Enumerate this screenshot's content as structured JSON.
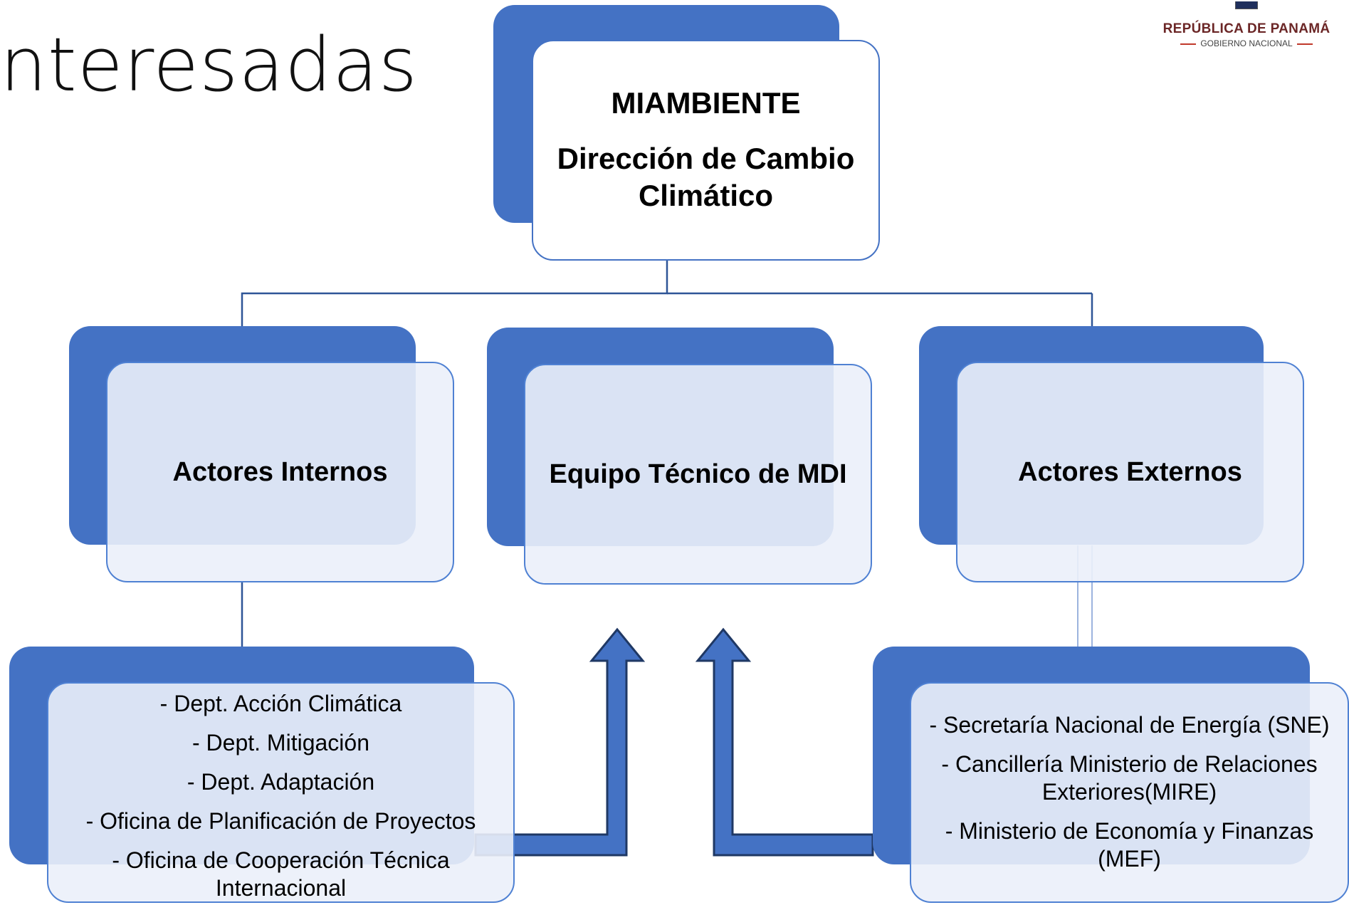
{
  "slide": {
    "title": "nteresadas"
  },
  "logo": {
    "line1": "REPÚBLICA DE PANAMÁ",
    "line2": "GOBIERNO NACIONAL"
  },
  "diagram": {
    "top": {
      "title": "MIAMBIENTE",
      "subtitle": "Dirección de Cambio Climático"
    },
    "middle": [
      {
        "label": "Actores Internos"
      },
      {
        "label": "Equipo Técnico de MDI"
      },
      {
        "label": "Actores Externos"
      }
    ],
    "internal_list": [
      "- Dept. Acción Climática",
      "- Dept. Mitigación",
      "- Dept. Adaptación",
      "- Oficina de Planificación de Proyectos",
      "- Oficina de Cooperación Técnica Internacional"
    ],
    "external_list": [
      "- Secretaría Nacional de Energía (SNE)",
      "- Cancillería Ministerio de Relaciones Exteriores(MIRE)",
      "- Ministerio de Economía y Finanzas (MEF)"
    ],
    "colors": {
      "accent": "#4472c4",
      "outline": "#2e5597",
      "box_fill": "#ffffff",
      "sub_fill": "#ebf0fa"
    }
  }
}
